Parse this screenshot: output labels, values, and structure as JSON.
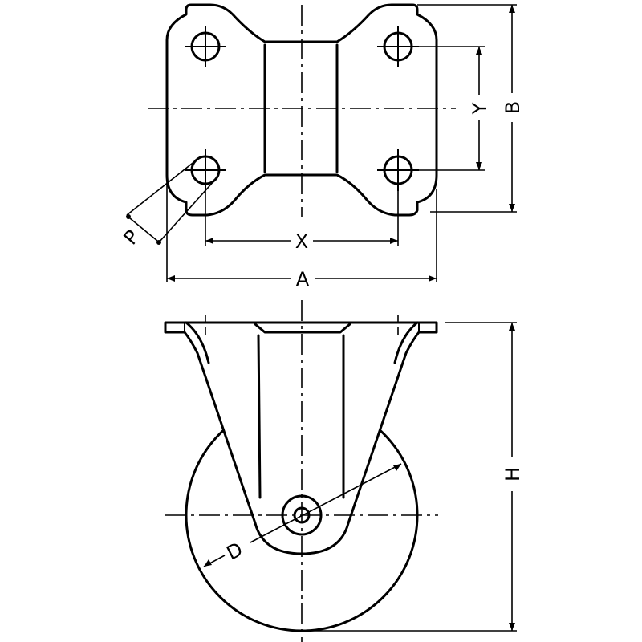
{
  "dimensions": {
    "A": "A",
    "B": "B",
    "X": "X",
    "Y": "Y",
    "P": "P",
    "D": "D",
    "H": "H"
  }
}
